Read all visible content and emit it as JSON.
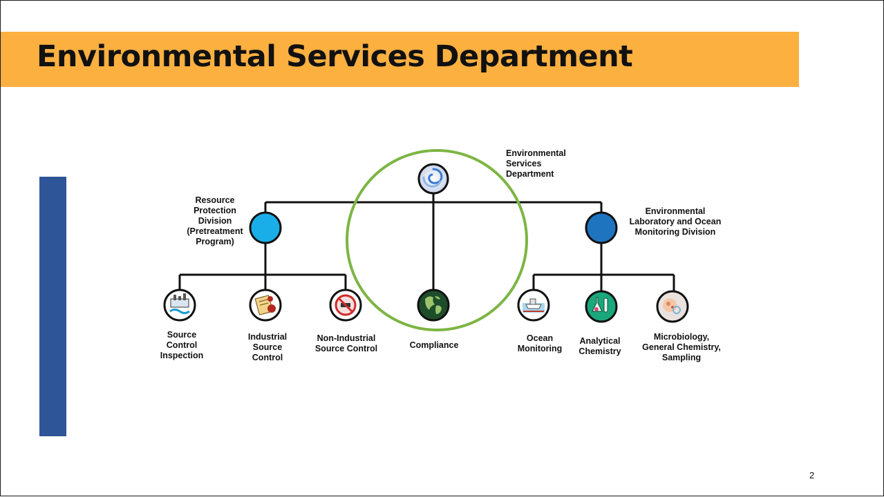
{
  "slide": {
    "title": "Environmental Services Department",
    "page_number": "2"
  },
  "org_chart": {
    "root": {
      "label": "Environmental\nServices\nDepartment",
      "icon": "swirl-logo-icon"
    },
    "divisions": [
      {
        "label": "Resource\nProtection\nDivision\n(Pretreatment\nProgram)",
        "color": "#1aaee8",
        "units": [
          {
            "label": "Source\nControl\nInspection",
            "icon": "industrial-inspection-icon"
          },
          {
            "label": "Industrial\nSource\nControl",
            "icon": "industrial-document-icon"
          },
          {
            "label": "Non-Industrial\nSource Control",
            "icon": "no-dumping-icon"
          }
        ]
      },
      {
        "label": "Environmental\nLaboratory and Ocean\nMonitoring Division",
        "color": "#1f74c0",
        "units": [
          {
            "label": "Ocean\nMonitoring",
            "icon": "ocean-boat-icon"
          },
          {
            "label": "Analytical\nChemistry",
            "icon": "lab-flask-icon"
          },
          {
            "label": "Microbiology,\nGeneral Chemistry,\nSampling",
            "icon": "microscope-sample-icon"
          }
        ]
      }
    ],
    "direct_unit": {
      "label": "Compliance",
      "icon": "globe-icon"
    },
    "highlight_color": "#7db544",
    "line_color": "#111111"
  }
}
